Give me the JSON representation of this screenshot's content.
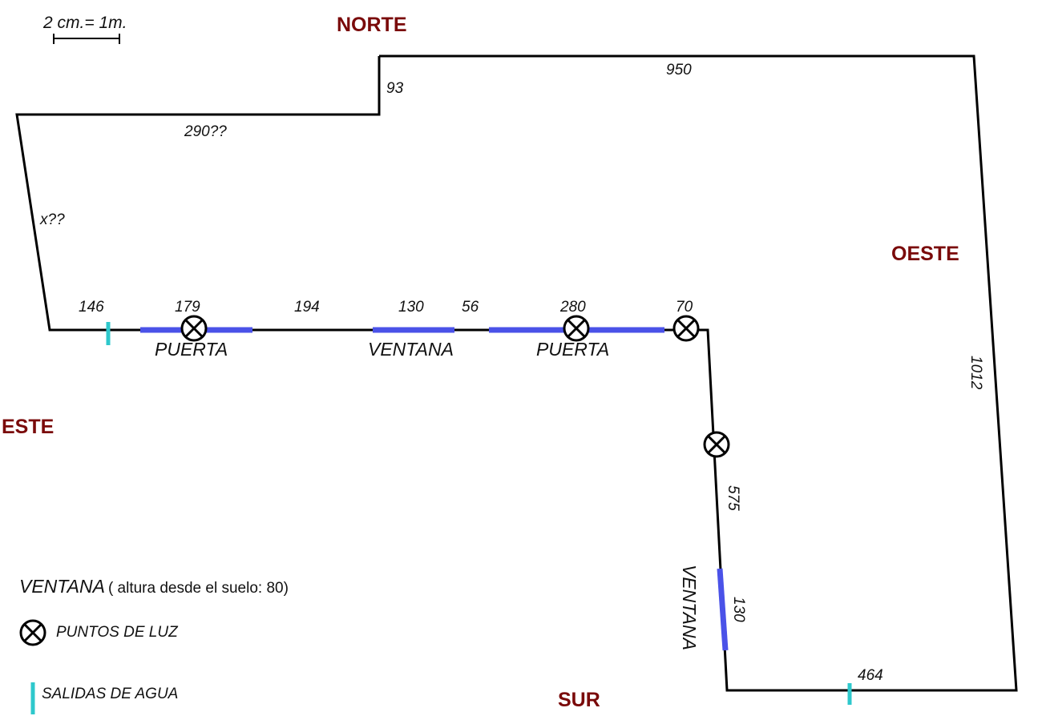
{
  "colors": {
    "wall": "#000000",
    "opening": "#4a52e8",
    "water_outlet": "#2ec8cc",
    "cardinal": "#7a0a0a"
  },
  "scale_label": "2 cm.= 1m.",
  "cardinals": {
    "north": "NORTE",
    "south": "SUR",
    "east": "ESTE",
    "west": "OESTE"
  },
  "dimensions": {
    "top": "950",
    "step": "93",
    "upper_left": "290??",
    "left": "x??",
    "right": "1012",
    "seg_146": "146",
    "seg_179": "179",
    "seg_194": "194",
    "seg_130_front": "130",
    "seg_56": "56",
    "seg_280": "280",
    "seg_70": "70",
    "side_575": "575",
    "side_130": "130",
    "bottom": "464"
  },
  "openings": {
    "door_left": "PUERTA",
    "window_front": "VENTANA",
    "door_right": "PUERTA",
    "window_side": "VENTANA"
  },
  "legend": {
    "window_term": "VENTANA",
    "window_note": "( altura desde el suelo: 80)",
    "lights": "PUNTOS DE LUZ",
    "water": "SALIDAS DE AGUA"
  }
}
